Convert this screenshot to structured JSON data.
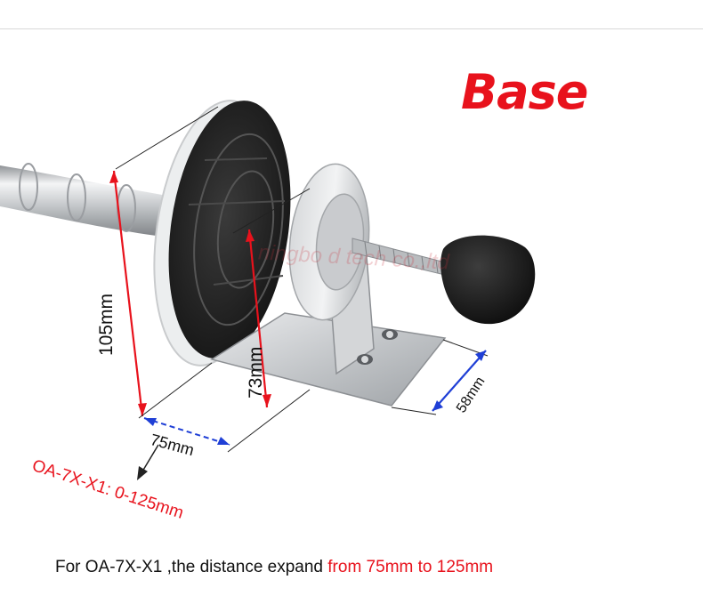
{
  "title": "Base",
  "title_color": "#e8121c",
  "watermark": "ningbo d         tech co.,ltd",
  "dimensions": {
    "d105": "105mm",
    "d73": "73mm",
    "d75": "75mm",
    "d58": "58mm"
  },
  "range_note": "OA-7X-X1: 0-125mm",
  "range_color": "#e8121c",
  "caption": {
    "prefix": "For OA-7X-X1 ,the distance expand ",
    "highlight": "from 75mm to 125mm"
  },
  "colors": {
    "dimension_red": "#e8121c",
    "dimension_blue": "#1f3fd6"
  }
}
